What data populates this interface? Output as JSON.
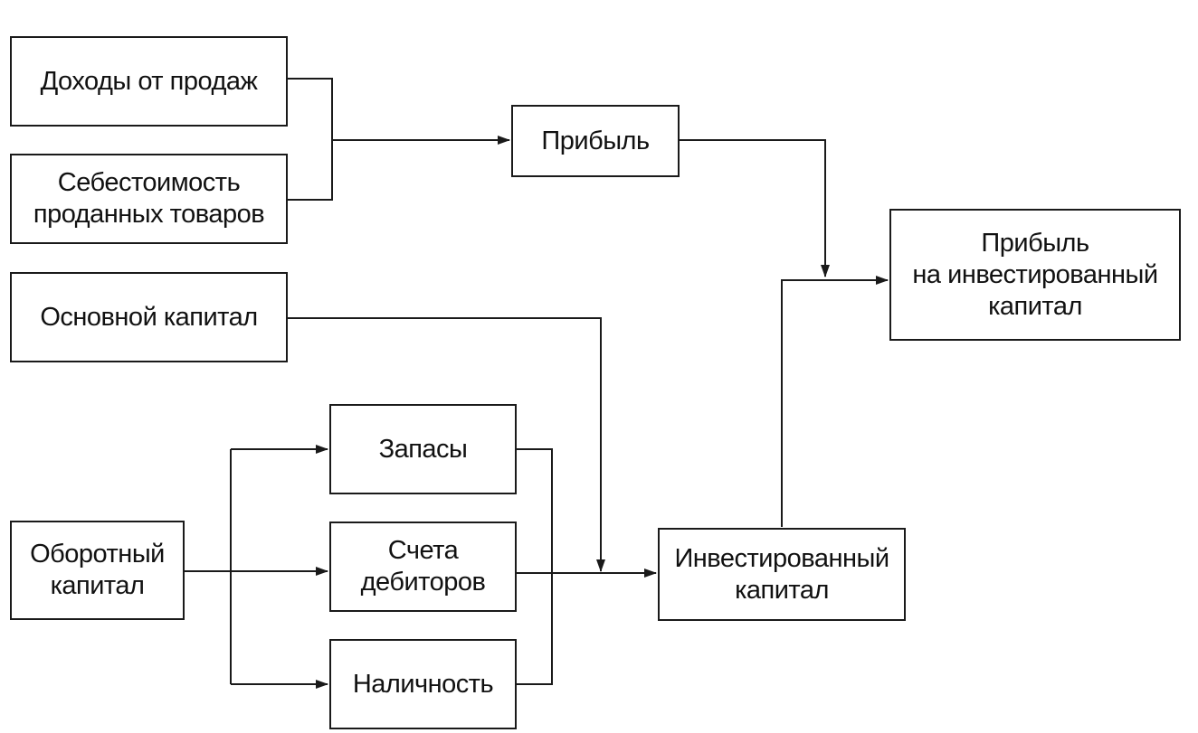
{
  "nodes": {
    "sales_income": {
      "label": "Доходы от продаж"
    },
    "cost_of_goods": {
      "line1": "Себестоимость",
      "line2": "проданных товаров"
    },
    "fixed_capital": {
      "label": "Основной капитал"
    },
    "profit": {
      "label": "Прибыль"
    },
    "roi": {
      "line1": "Прибыль",
      "line2": "на инвестированный",
      "line3": "капитал"
    },
    "inventory": {
      "label": "Запасы"
    },
    "receivables": {
      "line1": "Счета",
      "line2": "дебиторов"
    },
    "cash": {
      "label": "Наличность"
    },
    "working_capital": {
      "line1": "Оборотный",
      "line2": "капитал"
    },
    "invested_capital": {
      "line1": "Инвестированный",
      "line2": "капитал"
    }
  },
  "colors": {
    "line": "#1a1a1a",
    "background": "#ffffff"
  }
}
